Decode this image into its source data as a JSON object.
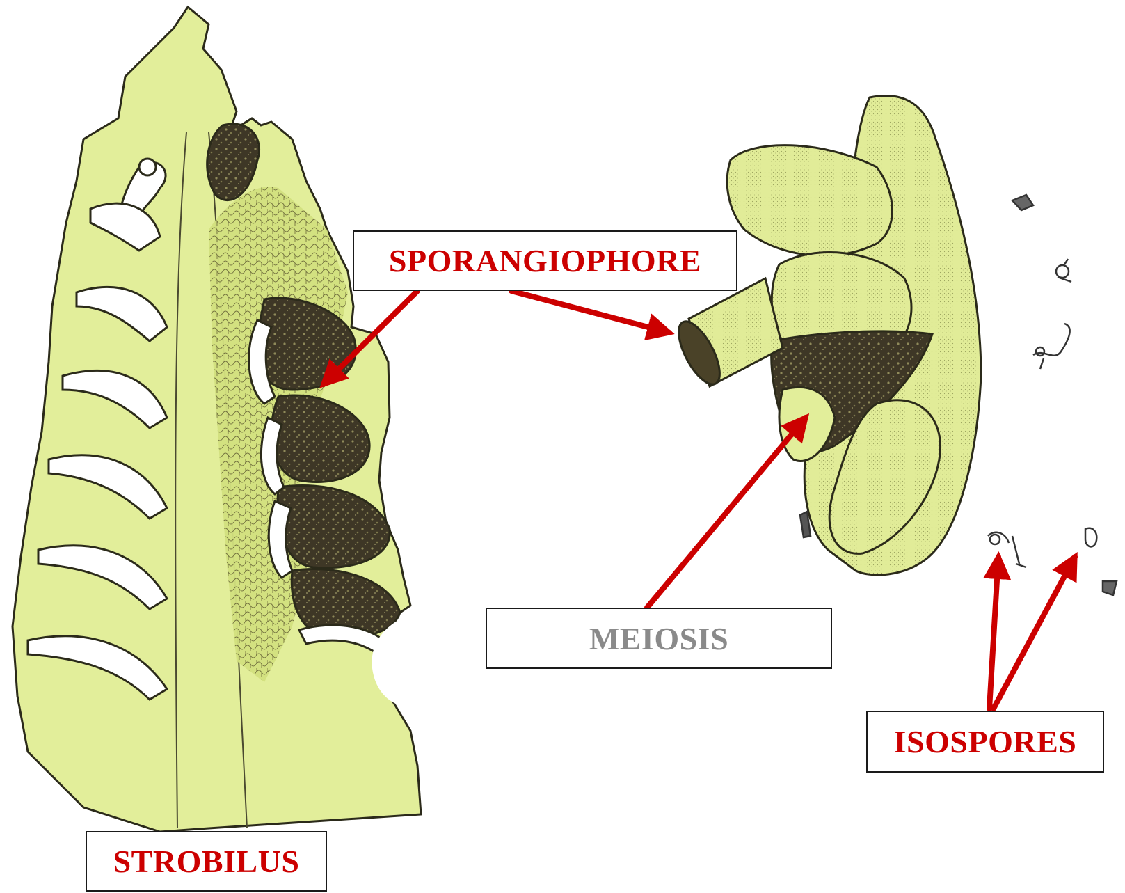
{
  "colors": {
    "tissue_fill": "#e2ee9a",
    "tissue_shade": "#c9d97a",
    "outline": "#2b2a1a",
    "sporangium_dark": "#3e3726",
    "arrow": "#cc0000",
    "label_red": "#cc0000",
    "label_gray": "#8a8a8a",
    "background": "#ffffff"
  },
  "labels": {
    "sporangiophore": "SPORANGIOPHORE",
    "meiosis": "MEIOSIS",
    "isospores": "ISOSPORES",
    "strobilus": "STROBILUS"
  },
  "label_colors": {
    "sporangiophore": "#cc0000",
    "meiosis": "#8a8a8a",
    "isospores": "#cc0000",
    "strobilus": "#cc0000"
  }
}
